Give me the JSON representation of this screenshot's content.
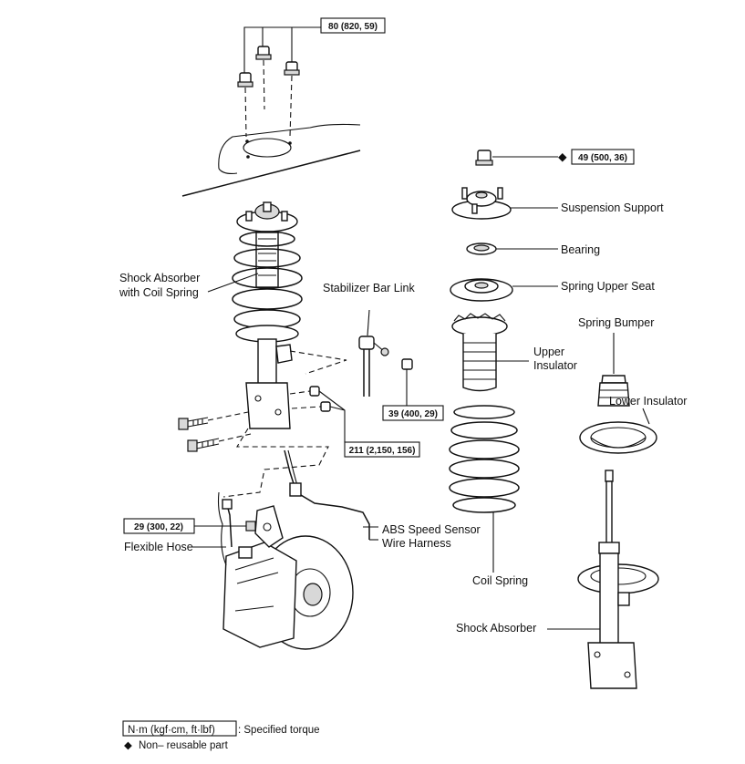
{
  "torque": {
    "top_nuts": "80 (820, 59)",
    "support_nut": "49 (500, 36)",
    "stabilizer_link_nut": "39 (400, 29)",
    "knuckle_bolts": "211 (2,150, 156)",
    "flexible_hose_bolt": "29 (300, 22)"
  },
  "labels": {
    "suspension_support": "Suspension Support",
    "bearing": "Bearing",
    "spring_upper_seat": "Spring Upper Seat",
    "spring_bumper": "Spring Bumper",
    "upper_insulator_1": "Upper",
    "upper_insulator_2": "Insulator",
    "lower_insulator": "Lower Insulator",
    "coil_spring": "Coil Spring",
    "shock_absorber": "Shock Absorber",
    "shock_with_spring_1": "Shock Absorber",
    "shock_with_spring_2": "with Coil Spring",
    "stabilizer_bar_link": "Stabilizer Bar Link",
    "abs_sensor_1": "ABS Speed Sensor",
    "abs_sensor_2": "Wire Harness",
    "flexible_hose": "Flexible Hose"
  },
  "legend": {
    "torque_units": "N·m (kgf·cm, ft·lbf)",
    "torque_desc": ": Specified torque",
    "nonreusable_symbol": "◆",
    "nonreusable_desc": "Non– reusable part"
  }
}
